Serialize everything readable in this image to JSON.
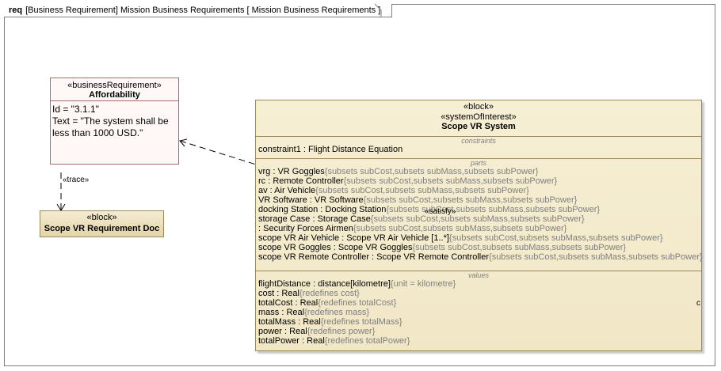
{
  "diagram": {
    "kind": "req",
    "title": "[Business Requirement] Mission Business Requirements [ Mission Business Requirements ]"
  },
  "requirement": {
    "stereotype": "«businessRequirement»",
    "name": "Affordability",
    "id_line": "Id = \"3.1.1\"",
    "text_line": "Text = \"The system shall be less than 1000 USD.\""
  },
  "doc_block": {
    "stereotype": "«block»",
    "name": "Scope VR Requirement Doc"
  },
  "system_block": {
    "stereotype1": "«block»",
    "stereotype2": "«systemOfInterest»",
    "name": "Scope VR System",
    "constraints_title": "constraints",
    "constraints": [
      {
        "main": "constraint1 : Flight Distance Equation",
        "ext": ""
      }
    ],
    "parts_title": "parts",
    "parts": [
      {
        "main": "vrg : VR Goggles",
        "ext": "{subsets subCost,subsets subMass,subsets subPower}"
      },
      {
        "main": "rc : Remote Controller",
        "ext": "{subsets subCost,subsets subMass,subsets subPower}"
      },
      {
        "main": "av : Air Vehicle",
        "ext": "{subsets subCost,subsets subMass,subsets subPower}"
      },
      {
        "main": "VR Software : VR Software",
        "ext": "{subsets subCost,subsets subMass,subsets subPower}"
      },
      {
        "main": "docking Station : Docking Station",
        "ext": "{subsets subCost,subsets subMass,subsets subPower}"
      },
      {
        "main": "storage Case : Storage Case",
        "ext": "{subsets subCost,subsets subMass,subsets subPower}"
      },
      {
        "main": " : Security Forces Airmen",
        "ext": "{subsets subCost,subsets subMass,subsets subPower}"
      },
      {
        "main": "scope VR Air Vehicle : Scope VR Air Vehicle [1..*]",
        "ext": "{subsets subCost,subsets subMass,subsets subPower}"
      },
      {
        "main": "scope VR Goggles : Scope VR Goggles",
        "ext": "{subsets subCost,subsets subMass,subsets subPower}"
      },
      {
        "main": "scope VR Remote Controller : Scope VR Remote Controller",
        "ext": "{subsets subCost,subsets subMass,subsets subPower}"
      }
    ],
    "values_title": "values",
    "values": [
      {
        "main": "flightDistance : distance[kilometre]",
        "ext": "{unit = kilometre}"
      },
      {
        "main": "cost : Real",
        "ext": "{redefines cost}"
      },
      {
        "main": "totalCost : Real",
        "ext": "{redefines totalCost}"
      },
      {
        "main": "mass : Real",
        "ext": "{redefines mass}"
      },
      {
        "main": "totalMass : Real",
        "ext": "{redefines totalMass}"
      },
      {
        "main": "power : Real",
        "ext": "{redefines power}"
      },
      {
        "main": "totalPower : Real",
        "ext": "{redefines totalPower}"
      }
    ]
  },
  "relations": {
    "trace_label": "«trace»",
    "satisfy_label": "«satisfy»",
    "end_marker": "c"
  }
}
